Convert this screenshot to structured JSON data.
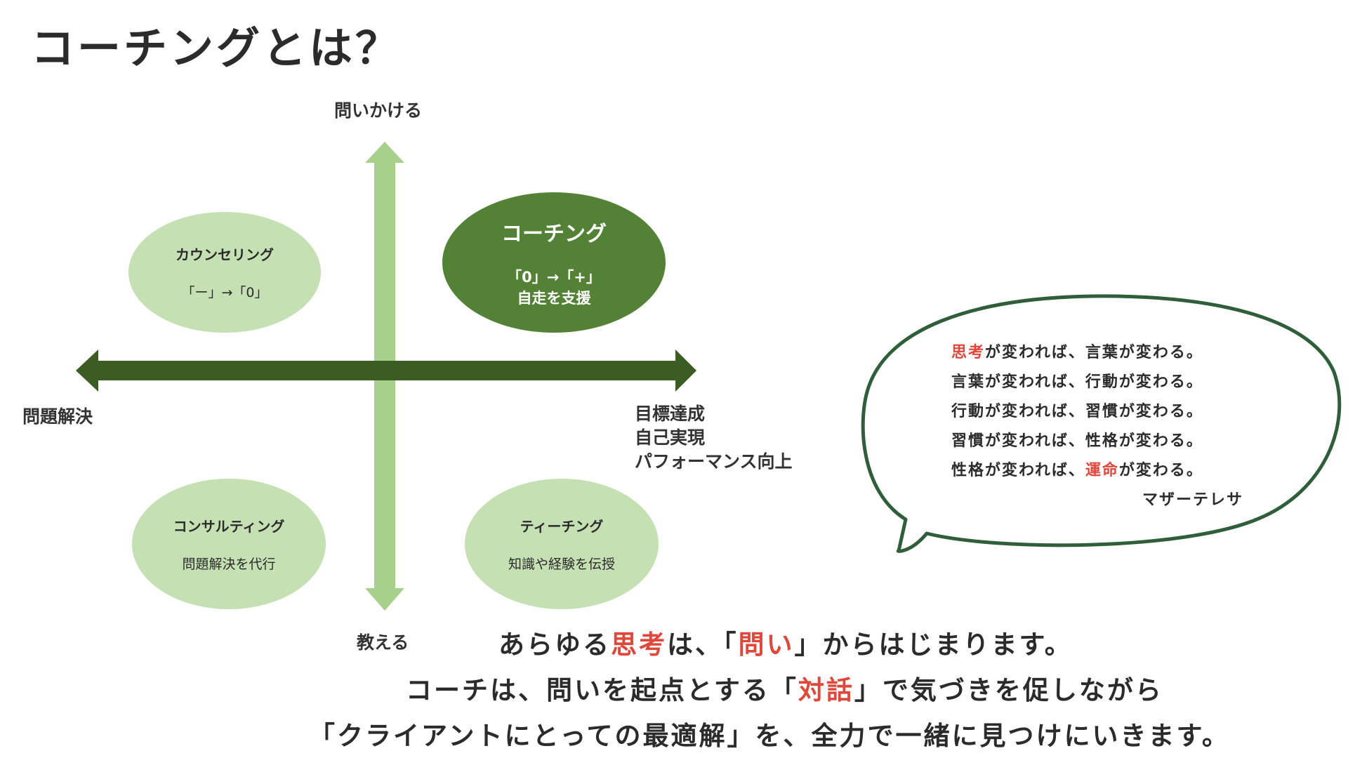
{
  "title": "コーチングとは？",
  "colors": {
    "dark_green": "#3b5d23",
    "mid_green": "#538135",
    "light_green": "#a8d08d",
    "pale_green": "#c5e0b3",
    "accent_red": "#e0473b",
    "bubble_border": "#2f5f3a"
  },
  "axes": {
    "top_label": "問いかける",
    "bottom_label": "教える",
    "left_label": "問題解決",
    "right_label_lines": [
      "目標達成",
      "自己実現",
      "パフォーマンス向上"
    ]
  },
  "quadrants": {
    "counseling": {
      "title": "カウンセリング",
      "desc": "「ー」→「0」"
    },
    "coaching": {
      "title": "コーチング",
      "desc_line1": "「0」→「+」",
      "desc_line2": "自走を支援"
    },
    "consulting": {
      "title": "コンサルティング",
      "desc": "問題解決を代行"
    },
    "teaching": {
      "title": "ティーチング",
      "desc": "知識や経験を伝授"
    }
  },
  "quote": {
    "line1": {
      "highlight": "思考",
      "rest": "が変われば、言葉が変わる。"
    },
    "line2": "言葉が変われば、行動が変わる。",
    "line3": "行動が変われば、習慣が変わる。",
    "line4": "習慣が変われば、性格が変わる。",
    "line5": {
      "before": "性格が変われば、",
      "highlight": "運命",
      "after": "が変わる。"
    },
    "author": "マザーテレサ"
  },
  "statement": {
    "line1": {
      "p1": "あらゆる",
      "h1": "思考",
      "p2": "は、「",
      "h2": "問い",
      "p3": "」からはじまります。"
    },
    "line2": {
      "p1": "コーチは、問いを起点とする「",
      "h1": "対話",
      "p2": "」で気づきを促しながら"
    },
    "line3": "「クライアントにとっての最適解」を、全力で一緒に見つけにいきます。"
  }
}
